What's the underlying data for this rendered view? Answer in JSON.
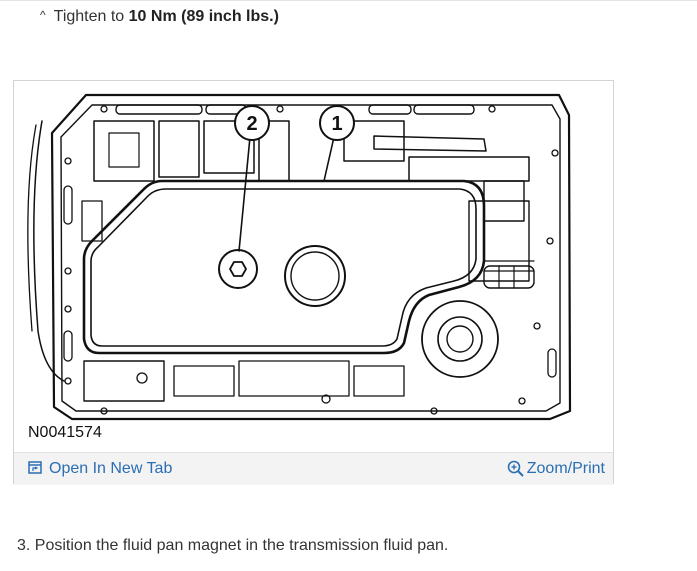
{
  "instruction_top": {
    "caret": "^",
    "prefix": "Tighten to ",
    "bold": "10 Nm (89 inch lbs.)"
  },
  "figure": {
    "callouts": [
      "2",
      "1"
    ],
    "figure_id": "N0041574",
    "open_tab_label": "Open In New Tab",
    "zoom_print_label": "Zoom/Print",
    "link_color": "#2a6eb4",
    "icons": [
      "open-in-new-tab-icon",
      "zoom-icon"
    ]
  },
  "instruction_bottom": {
    "text": "3. Position the fluid pan magnet in the transmission fluid pan."
  }
}
